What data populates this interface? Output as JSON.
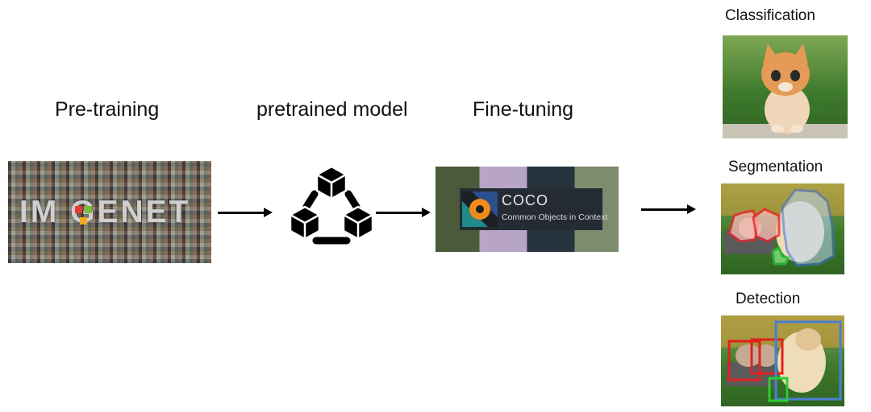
{
  "stages": {
    "pretraining": "Pre-training",
    "model": "pretrained model",
    "finetuning": "Fine-tuning"
  },
  "imagenet": {
    "wordmark": "IM GENET"
  },
  "coco": {
    "title": "COCO",
    "subtitle": "Common Objects in Context"
  },
  "tasks": {
    "classification": "Classification",
    "segmentation": "Segmentation",
    "detection": "Detection"
  },
  "colors": {
    "seg_red": "#e8282b",
    "seg_blue": "#3d6fe0",
    "seg_green": "#28c83a",
    "det_red": "#e02020",
    "det_blue": "#4a7fd4",
    "det_green": "#2ecc2e",
    "coco_orange": "#f08a1a",
    "coco_teal": "#1e8a8a"
  },
  "icons": {
    "model": "cubes-cycle-icon"
  }
}
